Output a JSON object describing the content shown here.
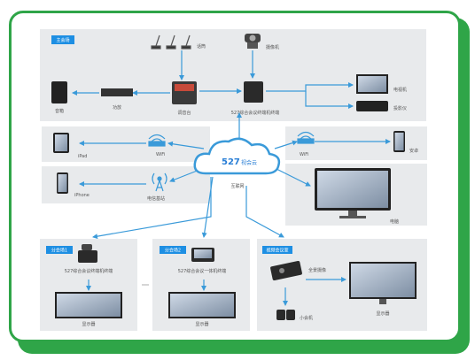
{
  "colors": {
    "frame": "#2fa548",
    "panel": "#e8eaec",
    "link": "#3a9ad9",
    "tag": "#1e8fe3"
  },
  "main_venue": {
    "tag": "主会场",
    "mics_label": "话筒",
    "ptz_label": "摄像机",
    "speaker_label": "音箱",
    "power_amp_label": "功放",
    "mixer_label": "调音台",
    "terminal_label": "527综合会议终端机终端",
    "tv_label": "电视机",
    "projector_label": "投影仪"
  },
  "network": {
    "cloud_brand": "527",
    "cloud_brand_sub": "视会云",
    "cloud_label": "互联网",
    "ipad_label": "iPad",
    "wifi_left_label": "WiFi",
    "wifi_right_label": "WiFi",
    "phone_right_label": "安卓",
    "iphone_label": "iPhone",
    "base_station_label": "电信基站",
    "pc_label": "电脑"
  },
  "branches": [
    {
      "tag": "分会场1",
      "terminal_label": "527综合会议终端机终端",
      "screen_label": "显示器"
    },
    {
      "tag": "分会场2",
      "terminal_label": "527综合会议一体机终端",
      "screen_label": "显示器"
    },
    {
      "tag": "视频会议室",
      "camera_label": "全景摄像",
      "mini_label": "小会机",
      "screen_label": "显示器"
    }
  ]
}
